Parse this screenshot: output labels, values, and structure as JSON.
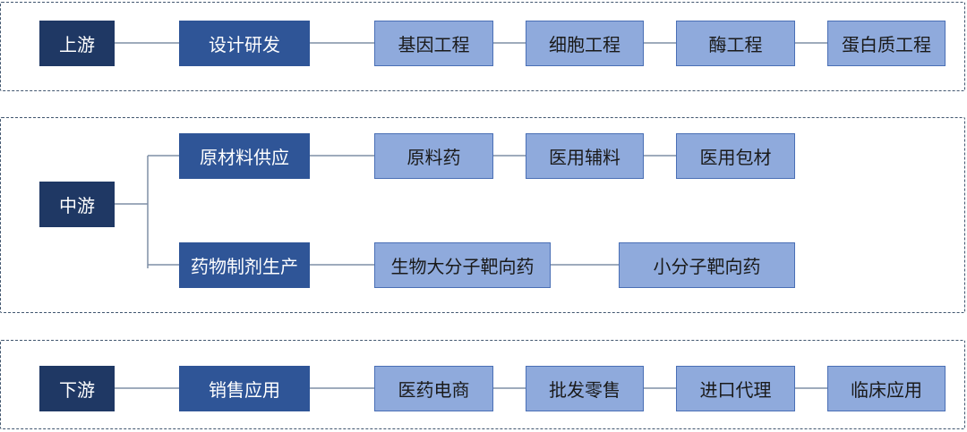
{
  "upstream": {
    "stage": "上游",
    "category": "设计研发",
    "items": [
      "基因工程",
      "细胞工程",
      "酶工程",
      "蛋白质工程"
    ]
  },
  "midstream": {
    "stage": "中游",
    "branch1": {
      "category": "原材料供应",
      "items": [
        "原料药",
        "医用辅料",
        "医用包材"
      ]
    },
    "branch2": {
      "category": "药物制剂生产",
      "items": [
        "生物大分子靶向药",
        "小分子靶向药"
      ]
    }
  },
  "downstream": {
    "stage": "下游",
    "category": "销售应用",
    "items": [
      "医药电商",
      "批发零售",
      "进口代理",
      "临床应用"
    ]
  },
  "colors": {
    "stage_fill": "#1f3864",
    "category_fill": "#2f5597",
    "item_fill": "#8faadc",
    "connector": "#7f8fa6",
    "panel_border": "#41566f"
  }
}
